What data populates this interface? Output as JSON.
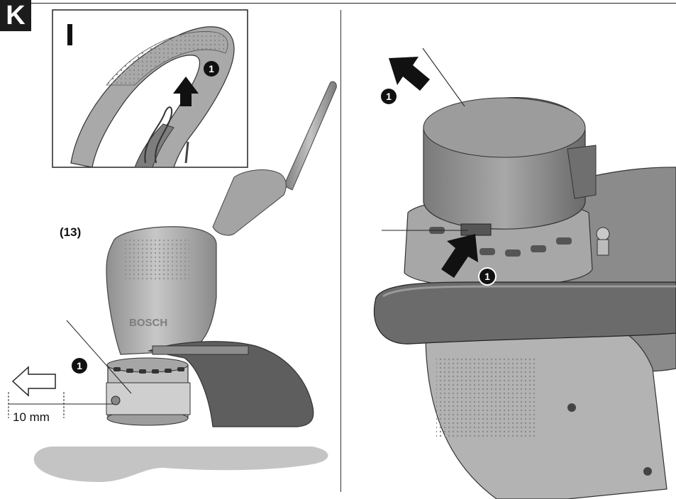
{
  "section": {
    "badge": "K"
  },
  "inset": {
    "step_marker": "I"
  },
  "callouts": {
    "step_marker": "1",
    "reference_label": "(13)",
    "dimension_label": "10 mm"
  },
  "brand": {
    "text": "BOSCH"
  },
  "colors": {
    "ink": "#1c1c1c",
    "housing_light": "#b8b8b8",
    "housing_mid": "#9a9a9a",
    "housing_dark": "#6e6e6e",
    "ground": "#c4c4c4"
  },
  "icons": [
    "arrow-up-icon",
    "arrow-left-outline-icon"
  ]
}
